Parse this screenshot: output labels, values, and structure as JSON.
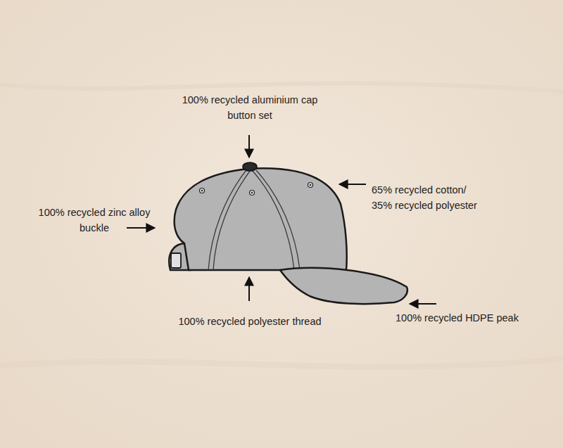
{
  "diagram": {
    "labels": [
      "100% recycled aluminium cap button set",
      "65% recycled cotton/ 35% recycled polyester",
      "100% recycled zinc alloy buckle",
      "100% recycled polyester thread",
      "100% recycled HDPE peak"
    ]
  }
}
